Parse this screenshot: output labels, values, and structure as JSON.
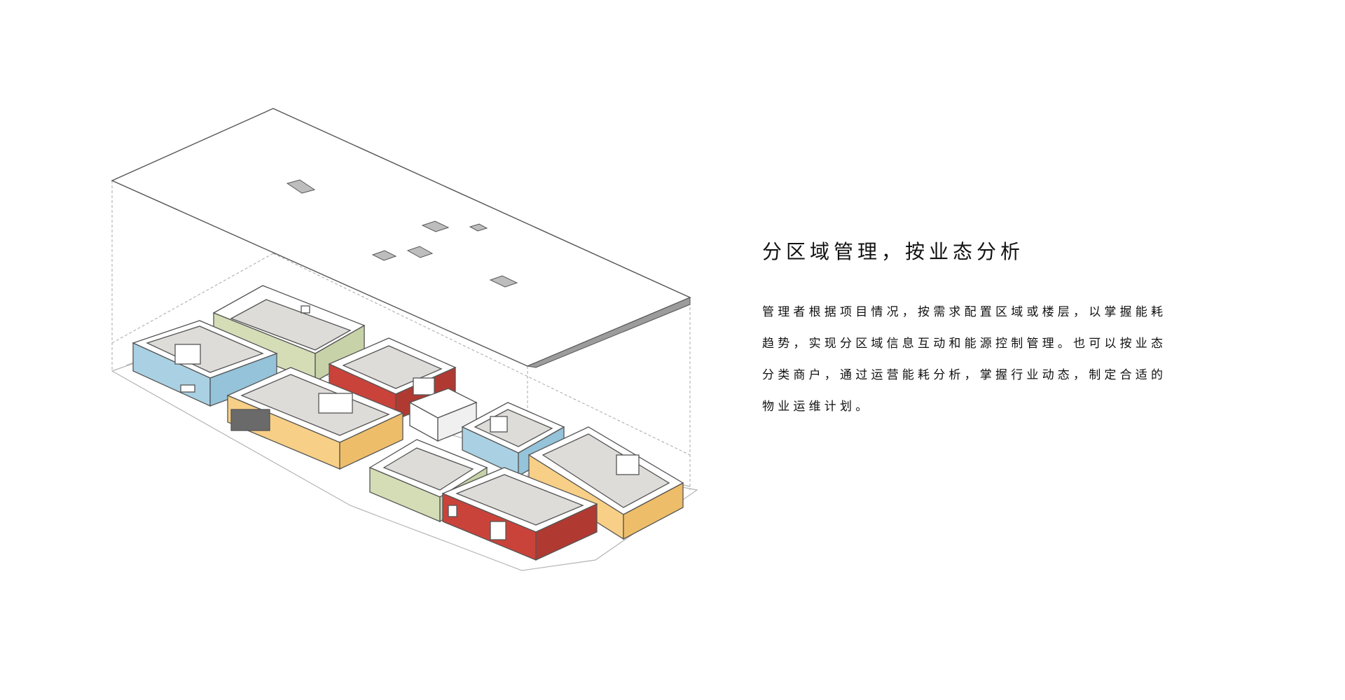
{
  "title": "分区域管理，按业态分析",
  "body_lines": [
    "管理者根据项目情况，按需求配置区域或楼层，以掌握能耗",
    "趋势，实现分区域信息互动和能源控制管理。也可以按业态",
    "分类商户，通过运营能耗分析，掌握行业动态，制定合适的",
    "物业运维计划。"
  ],
  "colors": {
    "blue": "#a9d1e3",
    "red": "#c9433a",
    "yellow": "#f7cf86",
    "green": "#d5ddb7",
    "floor": "#dedcd9",
    "line": "#555555",
    "dashed": "#a8a8a8"
  }
}
